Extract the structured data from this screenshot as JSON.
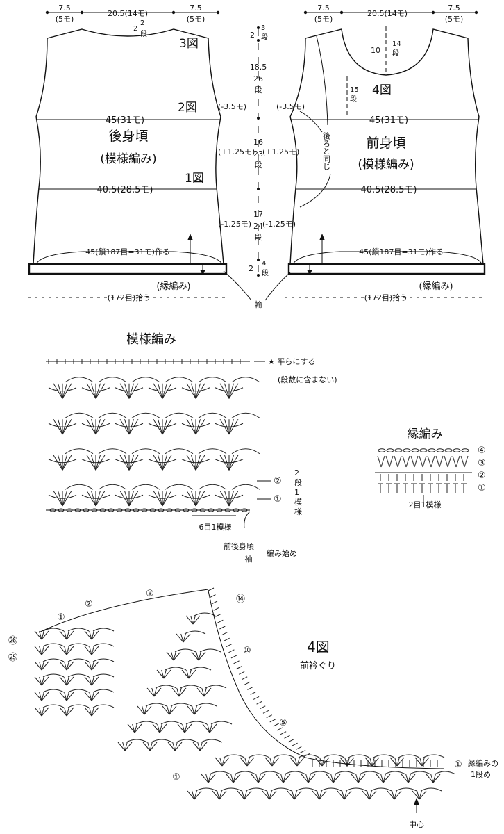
{
  "colors": {
    "ink": "#111111",
    "paper": "#ffffff"
  },
  "back": {
    "shoulder_left": "7.5",
    "shoulder_left_sub": "(5モ)",
    "neck_width": "20.5(14モ)",
    "shoulder_right": "7.5",
    "shoulder_right_sub": "(5モ)",
    "neck_drop_a": "2",
    "neck_drop_b": "2",
    "neck_drop_c": "段",
    "fig3": "3図",
    "fig2": "2図",
    "fig1": "1図",
    "minus35": "(-3.5モ)",
    "plus125_left": "(+1.25モ)",
    "plus125_right": "(+1.25モ)",
    "minus125_left": "(-1.25モ)",
    "width_chest": "45(31モ)",
    "width_waist": "40.5(28.5モ)",
    "title": "後身頃",
    "subtitle": "(模様編み)",
    "hem_text": "45(鎖187目=31モ)作る",
    "edging": "(縁編み)",
    "pickup": "(172目)拾う"
  },
  "front": {
    "shoulder_left": "7.5",
    "shoulder_left_sub": "(5モ)",
    "neck_width": "20.5(14モ)",
    "shoulder_right": "7.5",
    "shoulder_right_sub": "(5モ)",
    "neck_depth": "10",
    "neck_rows_a": "14",
    "neck_rows_b": "段",
    "rows15_a": "15",
    "rows15_b": "段",
    "fig4": "4図",
    "minus35": "(-3.5モ)",
    "same_as_back": "後ろと同じ",
    "minus125": "(-1.25モ)",
    "width_chest": "45(31モ)",
    "width_waist": "40.5(28.5モ)",
    "title": "前身頃",
    "subtitle": "(模様編み)",
    "hem_text": "45(鎖187目=31モ)作る",
    "edging": "(縁編み)",
    "pickup": "(172目)拾う"
  },
  "center_scale": {
    "top_rows_num": "2",
    "top_rows_a": "3",
    "top_rows_b": "段",
    "armhole_cm": "18.5",
    "armhole_rows_a": "26",
    "armhole_rows_b": "段",
    "mid_cm": "16",
    "mid_rows_a": "23",
    "mid_rows_b": "段",
    "lower_cm": "17",
    "lower_rows_a": "24",
    "lower_rows_b": "段",
    "edge_cm": "2",
    "edge_rows_a": "4",
    "edge_rows_b": "段",
    "ring": "輪"
  },
  "pattern": {
    "title": "模様編み",
    "flatten": "★ 平らにする",
    "not_counted": "(段数に含まない)",
    "row2": "②",
    "row1": "①",
    "label_2rows_a": "2",
    "label_2rows_b": "段",
    "label_2rows_c": "1",
    "label_2rows_d": "模",
    "label_2rows_e": "様",
    "repeat": "6目1模様",
    "start_a": "前後身頃",
    "start_b": "袖",
    "start_c": "編み始め"
  },
  "edging_chart": {
    "title": "縁編み",
    "r4": "④",
    "r3": "③",
    "r2": "②",
    "r1": "①",
    "repeat": "2目1模様"
  },
  "neckline": {
    "fig": "4図",
    "title": "前衿ぐり",
    "r1": "①",
    "r2": "②",
    "r3": "③",
    "r14": "⑭",
    "r10": "⑩",
    "r5": "⑤",
    "r26": "㉖",
    "r25": "㉕",
    "r1_bottom": "①",
    "edge_start_num": "①",
    "edge_start_a": "縁編みの",
    "edge_start_b": "1段め",
    "center": "中心"
  }
}
